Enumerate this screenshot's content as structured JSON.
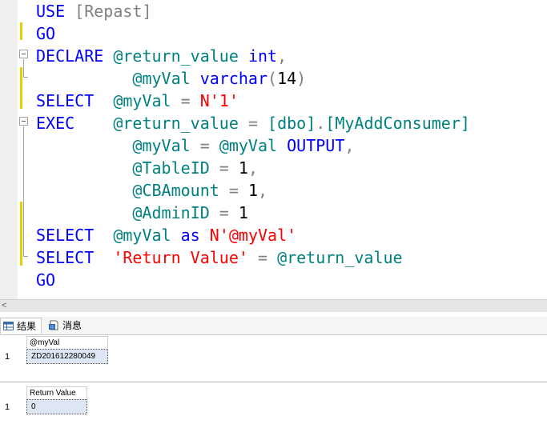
{
  "editor": {
    "lines": [
      [
        {
          "t": "USE",
          "c": "kw"
        },
        {
          "t": " ",
          "c": "plain"
        },
        {
          "t": "[Repast]",
          "c": "op"
        }
      ],
      [
        {
          "t": "GO",
          "c": "kw"
        }
      ],
      [
        {
          "t": "DECLARE",
          "c": "kw"
        },
        {
          "t": " ",
          "c": "plain"
        },
        {
          "t": "@return_value",
          "c": "var"
        },
        {
          "t": " ",
          "c": "plain"
        },
        {
          "t": "int",
          "c": "kw"
        },
        {
          "t": ",",
          "c": "op"
        }
      ],
      [
        {
          "t": "          ",
          "c": "plain"
        },
        {
          "t": "@myVal",
          "c": "var"
        },
        {
          "t": " ",
          "c": "plain"
        },
        {
          "t": "varchar",
          "c": "kw"
        },
        {
          "t": "(",
          "c": "op"
        },
        {
          "t": "14",
          "c": "plain"
        },
        {
          "t": ")",
          "c": "op"
        }
      ],
      [
        {
          "t": "SELECT",
          "c": "kw"
        },
        {
          "t": "  ",
          "c": "plain"
        },
        {
          "t": "@myVal",
          "c": "var"
        },
        {
          "t": " ",
          "c": "plain"
        },
        {
          "t": "=",
          "c": "op"
        },
        {
          "t": " ",
          "c": "plain"
        },
        {
          "t": "N'1'",
          "c": "str"
        }
      ],
      [
        {
          "t": "EXEC",
          "c": "kw"
        },
        {
          "t": "    ",
          "c": "plain"
        },
        {
          "t": "@return_value",
          "c": "var"
        },
        {
          "t": " ",
          "c": "plain"
        },
        {
          "t": "=",
          "c": "op"
        },
        {
          "t": " ",
          "c": "plain"
        },
        {
          "t": "[dbo]",
          "c": "var"
        },
        {
          "t": ".",
          "c": "op"
        },
        {
          "t": "[MyAddConsumer]",
          "c": "var"
        }
      ],
      [
        {
          "t": "          ",
          "c": "plain"
        },
        {
          "t": "@myVal",
          "c": "var"
        },
        {
          "t": " ",
          "c": "plain"
        },
        {
          "t": "=",
          "c": "op"
        },
        {
          "t": " ",
          "c": "plain"
        },
        {
          "t": "@myVal",
          "c": "var"
        },
        {
          "t": " ",
          "c": "plain"
        },
        {
          "t": "OUTPUT",
          "c": "kw"
        },
        {
          "t": ",",
          "c": "op"
        }
      ],
      [
        {
          "t": "          ",
          "c": "plain"
        },
        {
          "t": "@TableID",
          "c": "var"
        },
        {
          "t": " ",
          "c": "plain"
        },
        {
          "t": "=",
          "c": "op"
        },
        {
          "t": " ",
          "c": "plain"
        },
        {
          "t": "1",
          "c": "plain"
        },
        {
          "t": ",",
          "c": "op"
        }
      ],
      [
        {
          "t": "          ",
          "c": "plain"
        },
        {
          "t": "@CBAmount",
          "c": "var"
        },
        {
          "t": " ",
          "c": "plain"
        },
        {
          "t": "=",
          "c": "op"
        },
        {
          "t": " ",
          "c": "plain"
        },
        {
          "t": "1",
          "c": "plain"
        },
        {
          "t": ",",
          "c": "op"
        }
      ],
      [
        {
          "t": "          ",
          "c": "plain"
        },
        {
          "t": "@AdminID",
          "c": "var"
        },
        {
          "t": " ",
          "c": "plain"
        },
        {
          "t": "=",
          "c": "op"
        },
        {
          "t": " ",
          "c": "plain"
        },
        {
          "t": "1",
          "c": "plain"
        }
      ],
      [
        {
          "t": "SELECT",
          "c": "kw"
        },
        {
          "t": "  ",
          "c": "plain"
        },
        {
          "t": "@myVal",
          "c": "var"
        },
        {
          "t": " ",
          "c": "plain"
        },
        {
          "t": "as",
          "c": "kw"
        },
        {
          "t": " ",
          "c": "plain"
        },
        {
          "t": "N'@myVal'",
          "c": "str"
        }
      ],
      [
        {
          "t": "SELECT",
          "c": "kw"
        },
        {
          "t": "  ",
          "c": "plain"
        },
        {
          "t": "'Return Value'",
          "c": "str"
        },
        {
          "t": " ",
          "c": "plain"
        },
        {
          "t": "=",
          "c": "op"
        },
        {
          "t": " ",
          "c": "plain"
        },
        {
          "t": "@return_value",
          "c": "var"
        }
      ],
      [
        {
          "t": "GO",
          "c": "kw"
        }
      ]
    ]
  },
  "colors": {
    "kw": "#0000ff",
    "var": "#008080",
    "op": "#808080",
    "str": "#ff0000",
    "plain": "#000000"
  },
  "scrollbar": {
    "left_arrow": "<"
  },
  "tabs": {
    "results": {
      "label": "结果",
      "icon": "grid-icon"
    },
    "messages": {
      "label": "消息",
      "icon": "message-icon"
    }
  },
  "grid1": {
    "header": "@myVal",
    "row_number": "1",
    "value": "ZD201612280049"
  },
  "grid2": {
    "header": "Return Value",
    "row_number": "1",
    "value": "0"
  }
}
